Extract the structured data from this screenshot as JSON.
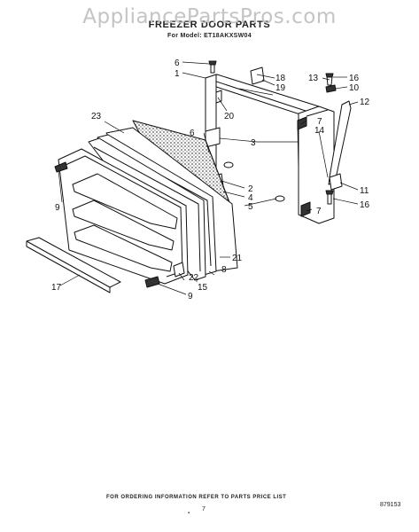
{
  "watermark": "AppliancePartsPros.com",
  "title": "FREEZER DOOR PARTS",
  "model_line": "For Model: ET18AKXSW04",
  "footer_note": "FOR ORDERING INFORMATION REFER TO PARTS PRICE LIST",
  "page_number": "7",
  "doc_number": "879153",
  "callouts": {
    "c1": "1",
    "c2": "2",
    "c3": "3",
    "c4": "4",
    "c5": "5",
    "c6a": "6",
    "c6b": "6",
    "c7a": "7",
    "c7b": "7",
    "c8": "8",
    "c9a": "9",
    "c9b": "9",
    "c10": "10",
    "c11": "11",
    "c12": "12",
    "c13": "13",
    "c14": "14",
    "c15": "15",
    "c16a": "16",
    "c16b": "16",
    "c17": "17",
    "c18": "18",
    "c19": "19",
    "c20": "20",
    "c21": "21",
    "c22": "22",
    "c23": "23"
  },
  "colors": {
    "line": "#111111",
    "watermark": "#c4c4c4",
    "insulation": "#6a6a6a"
  }
}
